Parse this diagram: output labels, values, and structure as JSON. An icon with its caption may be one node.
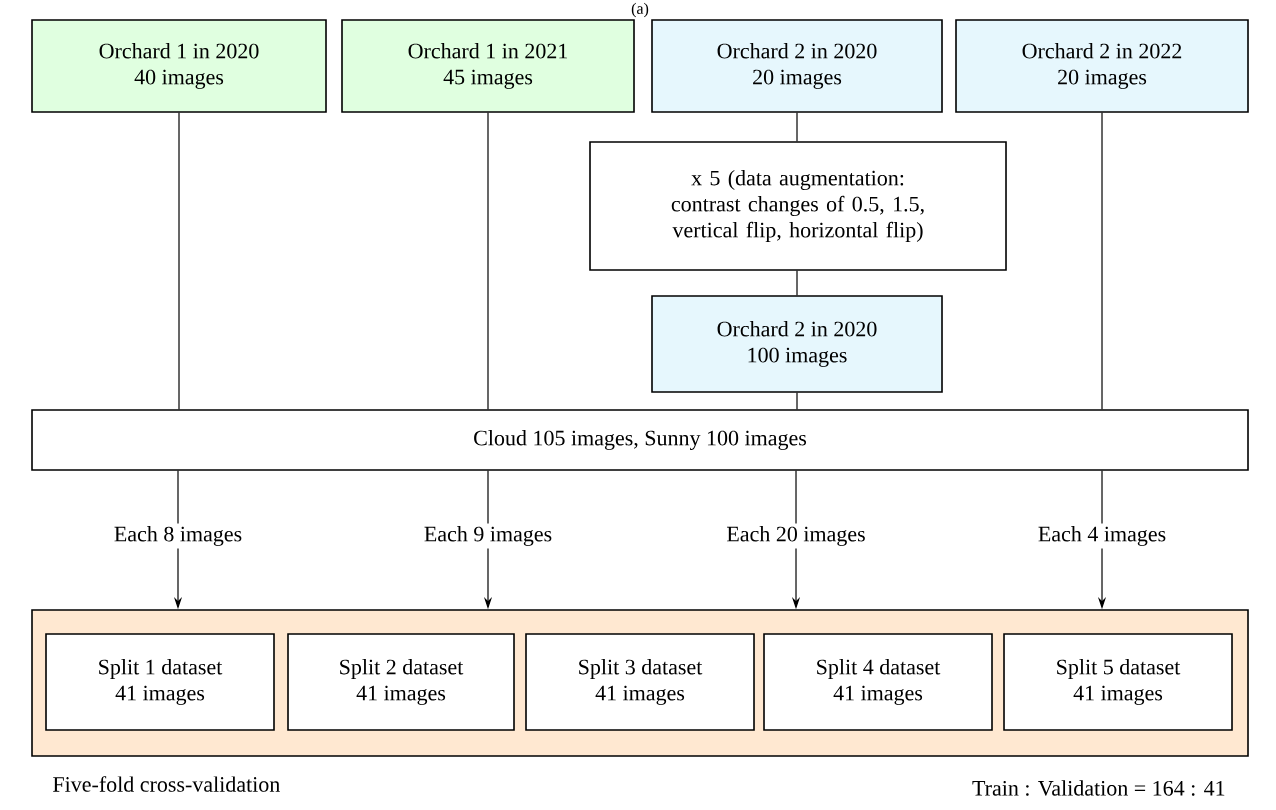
{
  "diagram": {
    "nodes": [
      {
        "text": [
          "Orchard 1 in 2020",
          "40 images"
        ]
      },
      {
        "text": [
          "Orchard 1 in 2021",
          "45 images"
        ]
      },
      {
        "text": [
          "Orchard 2 in 2020",
          "20 images"
        ]
      },
      {
        "text": [
          "Orchard 2 in 2022",
          "20 images"
        ]
      },
      {
        "text": [
          "x 5 (data augmentation: contrast changes of 0.5, 1.5, vertical flip, horizontal flip)"
        ]
      },
      {
        "text": [
          "Orchard 2 in 2020",
          "100 images"
        ]
      },
      {
        "text": [
          "Cloud 105 images, Sunny 100 images"
        ]
      },
      {
        "text": [
          "Each 8 images"
        ]
      },
      {
        "text": [
          "Each 9 images"
        ]
      },
      {
        "text": [
          "Each 20 images"
        ]
      },
      {
        "text": [
          "Each 4 images"
        ]
      },
      {
        "text": [],
        "shape": "box"
      },
      {
        "text": [
          "Split 1 dataset",
          "41 images"
        ],
        "in": 11
      },
      {
        "text": [
          "Split 2 dataset",
          "41 images"
        ],
        "in": 11
      },
      {
        "text": [
          "Split 3 dataset",
          "41 images"
        ],
        "in": 11
      },
      {
        "text": [
          "Split 4 dataset",
          "41 images"
        ],
        "in": 11
      },
      {
        "text": [
          "Split 5 dataset",
          "41 images"
        ],
        "in": 11
      }
    ],
    "edges": [
      {
        "from": 0,
        "to": 6,
        "arrow": "none"
      },
      {
        "from": 1,
        "to": 6,
        "arrow": "none"
      },
      {
        "from": 2,
        "to": 4,
        "arrow": "none"
      },
      {
        "from": 4,
        "to": 5,
        "arrow": "none"
      },
      {
        "from": 5,
        "to": 6,
        "arrow": "none"
      },
      {
        "from": 3,
        "to": 6,
        "arrow": "none"
      },
      {
        "from": 6,
        "to": 7,
        "arrow": "none"
      },
      {
        "from": 6,
        "to": 8,
        "arrow": "none"
      },
      {
        "from": 6,
        "to": 9,
        "arrow": "none"
      },
      {
        "from": 6,
        "to": 10,
        "arrow": "none"
      },
      {
        "from": 7,
        "to": 11,
        "arrow": "to"
      },
      {
        "from": 8,
        "to": 11,
        "arrow": "to"
      },
      {
        "from": 9,
        "to": 11,
        "arrow": "to"
      },
      {
        "from": 10,
        "to": 11,
        "arrow": "to"
      }
    ],
    "labels": [
      "(a)",
      "Five-fold cross-validation",
      "Train : Validation = 164 : 41"
    ]
  }
}
